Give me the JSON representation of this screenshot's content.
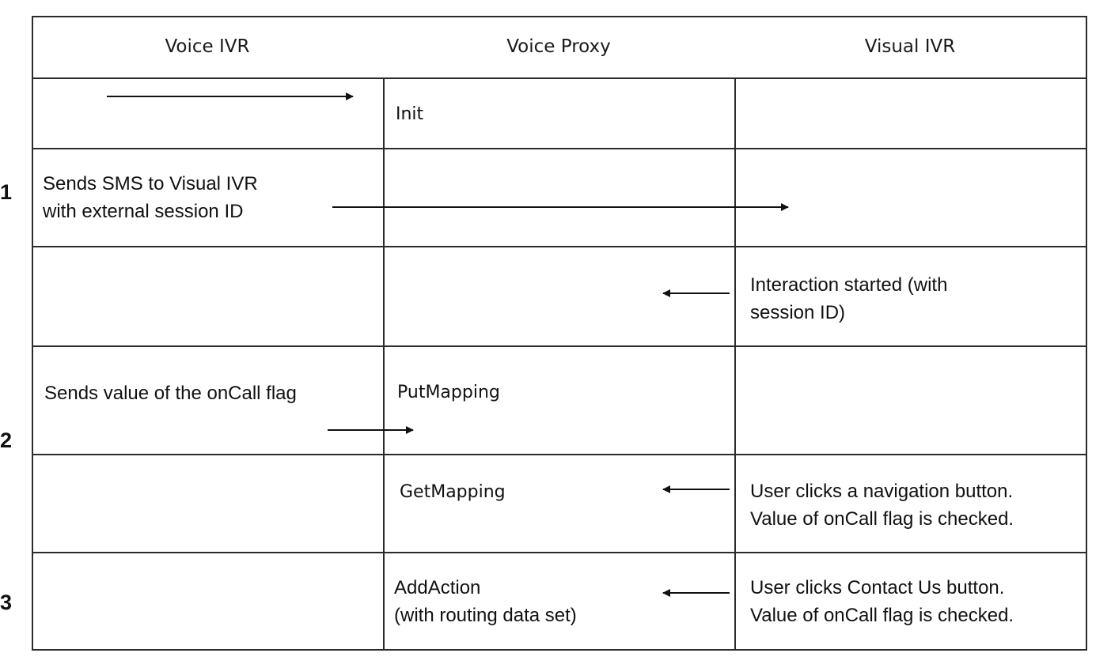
{
  "columns": [
    "Voice IVR",
    "Voice Proxy",
    "Visual IVR"
  ],
  "steps": [
    {
      "label": "1"
    },
    {
      "label": "2"
    },
    {
      "label": "3"
    }
  ],
  "rows": [
    {
      "voice_ivr": "",
      "voice_proxy": "Init",
      "visual_ivr": ""
    },
    {
      "voice_ivr_line1": "Sends SMS to Visual IVR",
      "voice_ivr_line2": "with external session ID"
    },
    {
      "visual_ivr_line1": "Interaction started (with",
      "visual_ivr_line2": "session ID)"
    },
    {
      "voice_ivr": "Sends value of the onCall flag",
      "voice_proxy": "PutMapping"
    },
    {
      "voice_proxy": "GetMapping",
      "visual_ivr_line1": "User clicks a navigation button.",
      "visual_ivr_line2": "Value of onCall flag is checked."
    },
    {
      "voice_proxy_line1": "AddAction",
      "voice_proxy_line2": "(with routing data set)",
      "visual_ivr_line1": "User clicks Contact Us button.",
      "visual_ivr_line2": "Value of onCall flag is checked."
    }
  ]
}
